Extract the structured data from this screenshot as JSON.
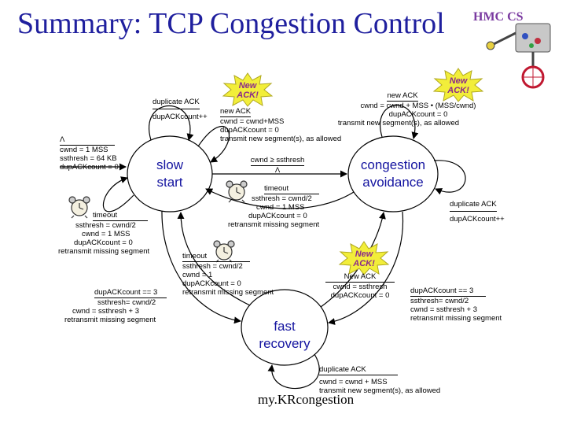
{
  "title": "Summary: TCP Congestion Control",
  "footer": "my.KRcongestion",
  "states": {
    "slow_start": [
      "slow",
      "start"
    ],
    "congestion_avoidance": [
      "congestion",
      "avoidance"
    ],
    "fast_recovery": [
      "fast",
      "recovery"
    ]
  },
  "badge": {
    "line1": "New",
    "line2": "ACK!"
  },
  "logo_text": "HMC CS",
  "transitions": {
    "init": {
      "event": "Λ",
      "actions": [
        "cwnd = 1 MSS",
        "ssthresh = 64 KB",
        "dupACKcount = 0"
      ]
    },
    "ss_dup": {
      "event1": "duplicate ACK",
      "event2": "dupACKcount++"
    },
    "ss_new": {
      "event": "new ACK",
      "actions": [
        "cwnd = cwnd+MSS",
        "dupACKcount = 0",
        "transmit new segment(s), as allowed"
      ]
    },
    "ss_timeout": {
      "event": "timeout",
      "actions": [
        "ssthresh = cwnd/2",
        "cwnd = 1 MSS",
        "dupACKcount = 0",
        "retransmit missing segment"
      ]
    },
    "ss_to_ca": {
      "event": "cwnd ≥ ssthresh",
      "actions": [
        "Λ"
      ]
    },
    "ca_new": {
      "event": "new ACK",
      "actions": [
        "cwnd = cwnd + MSS • (MSS/cwnd)",
        "dupACKcount = 0",
        "transmit new segment(s), as allowed"
      ]
    },
    "ca_timeout": {
      "event": "timeout",
      "actions": [
        "ssthresh = cwnd/2",
        "cwnd = 1 MSS",
        "dupACKcount = 0",
        "retransmit missing segment"
      ]
    },
    "ca_dup": {
      "event1": "duplicate ACK",
      "event2": "dupACKcount++"
    },
    "ss_to_fr": {
      "event": "dupACKcount == 3",
      "actions": [
        "ssthresh= cwnd/2",
        "cwnd = ssthresh + 3",
        "retransmit missing segment"
      ]
    },
    "fr_timeout": {
      "event": "timeout",
      "actions": [
        "ssthresh = cwnd/2",
        "cwnd = 1",
        "dupACKcount = 0",
        "retransmit missing segment"
      ]
    },
    "fr_to_ca": {
      "event": "New ACK",
      "actions": [
        "cwnd = ssthresh",
        "dupACKcount = 0"
      ]
    },
    "ca_to_fr": {
      "event": "dupACKcount == 3",
      "actions": [
        "ssthresh= cwnd/2",
        "cwnd = ssthresh + 3",
        "retransmit missing segment"
      ]
    },
    "fr_dup": {
      "event": "duplicate ACK",
      "actions": [
        "cwnd = cwnd + MSS",
        "transmit new segment(s), as allowed"
      ]
    }
  },
  "colors": {
    "title": "#1f1f9e",
    "state_text": "#1414a0",
    "badge_fill": "#f2ee3a",
    "badge_text": "#8a2a8a"
  }
}
